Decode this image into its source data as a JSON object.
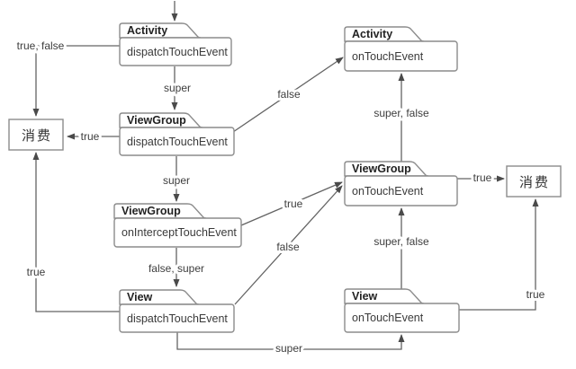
{
  "diagram": {
    "type": "android-touch-event-flow",
    "nodes": [
      {
        "title": "Activity",
        "method": "dispatchTouchEvent"
      },
      {
        "title": "ViewGroup",
        "method": "dispatchTouchEvent"
      },
      {
        "title": "ViewGroup",
        "method": "onInterceptTouchEvent"
      },
      {
        "title": "View",
        "method": "dispatchTouchEvent"
      },
      {
        "title": "Activity",
        "method": "onTouchEvent"
      },
      {
        "title": "ViewGroup",
        "method": "onTouchEvent"
      },
      {
        "title": "View",
        "method": "onTouchEvent"
      },
      {
        "title": "消费"
      },
      {
        "title": "消费"
      }
    ],
    "edge_labels": [
      {
        "text": "true, false"
      },
      {
        "text": "super"
      },
      {
        "text": "true"
      },
      {
        "text": "false"
      },
      {
        "text": "super"
      },
      {
        "text": "true"
      },
      {
        "text": "false, super"
      },
      {
        "text": "false"
      },
      {
        "text": "super, false"
      },
      {
        "text": "true"
      },
      {
        "text": "super, false"
      },
      {
        "text": "true"
      },
      {
        "text": "true"
      },
      {
        "text": "super"
      }
    ],
    "colors": {
      "line": "#636363",
      "border": "#8c8c8c",
      "arrowhead": "#4a4a4a",
      "text": "#3a3a3a",
      "title": "#222222",
      "background": "#ffffff"
    }
  }
}
